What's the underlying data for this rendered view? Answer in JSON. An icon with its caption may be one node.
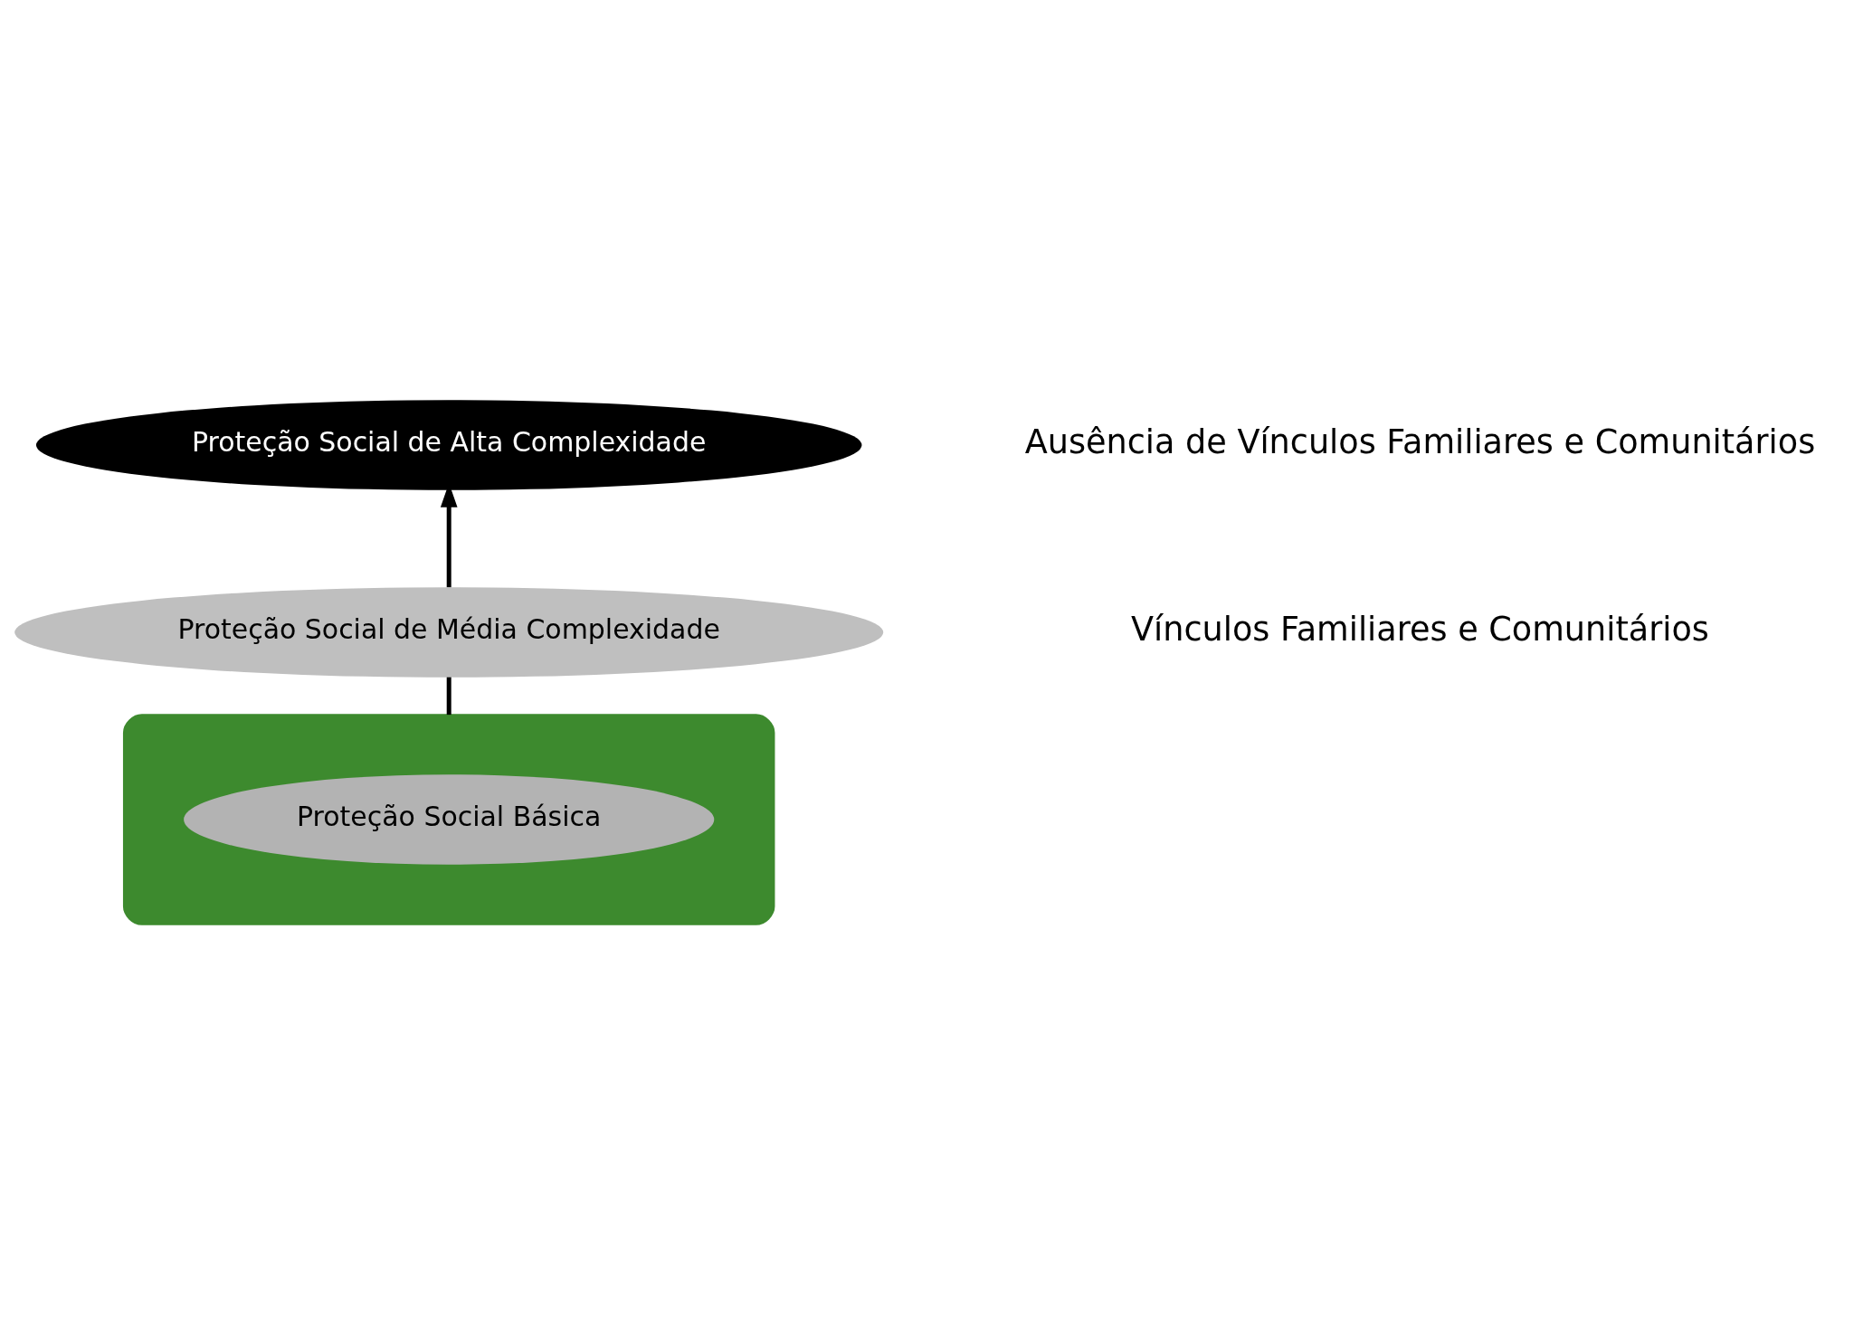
{
  "diagram": {
    "nodes": [
      {
        "text": [
          "Proteção Social de Alta Complexidade"
        ]
      },
      {
        "text": [
          "Proteção Social de Média Complexidade"
        ]
      },
      {
        "text": [],
        "shape": "ellipse"
      },
      {
        "text": [
          "Proteção Social Básica"
        ],
        "in": 2
      }
    ],
    "edges": [
      {
        "from": 2,
        "to": 1,
        "arrow": "none"
      },
      {
        "from": 1,
        "to": 0,
        "arrow": "to"
      }
    ],
    "labels": [
      "Ausência de Vínculos Familiares e Comunitários",
      "Vínculos Familiares e Comunitários"
    ]
  }
}
